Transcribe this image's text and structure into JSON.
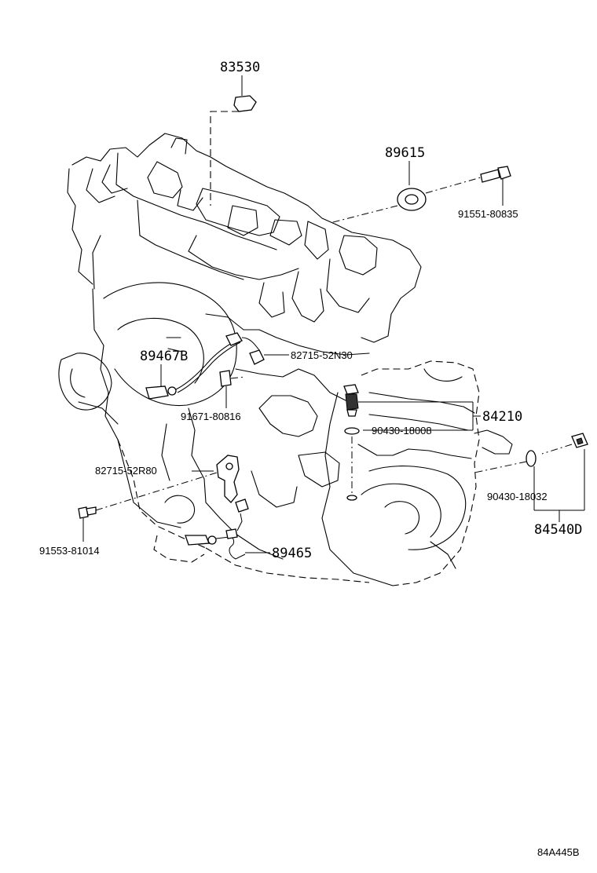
{
  "parts": {
    "p83530": "83530",
    "p89615": "89615",
    "p91551_80835": "91551-80835",
    "p89467B": "89467B",
    "p82715_52N30": "82715-52N30",
    "p91671_80816": "91671-80816",
    "p84210": "84210",
    "p90430_18008": "90430-18008",
    "p82715_52R80": "82715-52R80",
    "p90430_18032": "90430-18032",
    "p84540D": "84540D",
    "p91553_81014": "91553-81014",
    "p89465": "89465"
  },
  "reference_code": "84A445B"
}
